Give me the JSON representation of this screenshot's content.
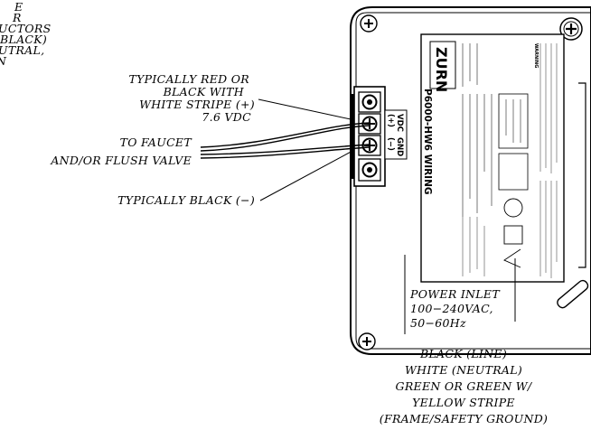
{
  "left_cut_text": [
    "E",
    "R",
    "UCTORS",
    "BLACK)",
    "UTRAL,",
    "N"
  ],
  "labels": {
    "red_wire": [
      "TYPICALLY RED OR",
      "BLACK WITH",
      "WHITE STRIPE (+)",
      "7.6 VDC"
    ],
    "faucet": [
      "TO FAUCET",
      "AND/OR FLUSH VALVE"
    ],
    "black_wire": "TYPICALLY BLACK (−)",
    "power_inlet": [
      "POWER INLET",
      "100−240VAC,",
      "50−60Hz"
    ],
    "line_wires": [
      "BLACK (LINE)",
      "WHITE (NEUTRAL)",
      "GREEN OR GREEN W/",
      "YELLOW STRIPE",
      "(FRAME/SAFETY GROUND)"
    ]
  },
  "terminal": {
    "pos_symbol": "(+)",
    "pos_label": "VDC",
    "neg_symbol": "(−)",
    "neg_label": "GND"
  },
  "product_label": {
    "model": "P6000-HW6 WIRING",
    "brand": "ZURN",
    "warning_heading": "WARNING"
  }
}
